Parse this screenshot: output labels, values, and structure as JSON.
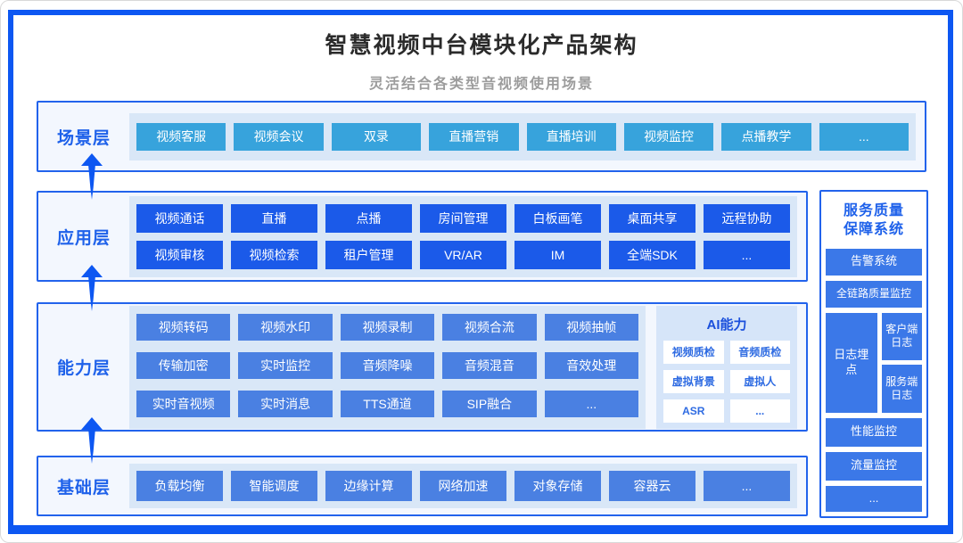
{
  "page": {
    "title": "智慧视频中台模块化产品架构",
    "subtitle": "灵活结合各类型音视频使用场景"
  },
  "colors": {
    "frame_blue": "#0d57f2",
    "row_border_blue": "#2263ec",
    "scene_item_blue": "#37a3dc",
    "app_item_blue": "#1b5ae9",
    "capability_item_blue": "#4a80e2",
    "quality_item_blue": "#3b78e8",
    "tray_light_blue": "#d9e7f7",
    "label_blue": "#1e61ea"
  },
  "scene_layer": {
    "label": "场景层",
    "items": [
      "视频客服",
      "视频会议",
      "双录",
      "直播营销",
      "直播培训",
      "视频监控",
      "点播教学",
      "..."
    ]
  },
  "app_layer": {
    "label": "应用层",
    "row1": [
      "视频通话",
      "直播",
      "点播",
      "房间管理",
      "白板画笔",
      "桌面共享",
      "远程协助"
    ],
    "row2": [
      "视频审核",
      "视频检索",
      "租户管理",
      "VR/AR",
      "IM",
      "全端SDK",
      "..."
    ]
  },
  "capability_layer": {
    "label": "能力层",
    "row1": [
      "视频转码",
      "视频水印",
      "视频录制",
      "视频合流",
      "视频抽帧"
    ],
    "row2": [
      "传输加密",
      "实时监控",
      "音频降噪",
      "音频混音",
      "音效处理"
    ],
    "row3": [
      "实时音视频",
      "实时消息",
      "TTS通道",
      "SIP融合",
      "..."
    ],
    "ai": {
      "title": "AI能力",
      "items": [
        "视频质检",
        "音频质检",
        "虚拟背景",
        "虚拟人",
        "ASR",
        "..."
      ]
    }
  },
  "base_layer": {
    "label": "基础层",
    "items": [
      "负载均衡",
      "智能调度",
      "边缘计算",
      "网络加速",
      "对象存储",
      "容器云",
      "..."
    ]
  },
  "quality_system": {
    "title_line1": "服务质量",
    "title_line2": "保障系统",
    "alarm": "告警系统",
    "full_link": "全链路质量监控",
    "log_point": "日志埋点",
    "client_log": "客户端日志",
    "server_log": "服务端日志",
    "performance": "性能监控",
    "traffic": "流量监控",
    "more": "..."
  }
}
